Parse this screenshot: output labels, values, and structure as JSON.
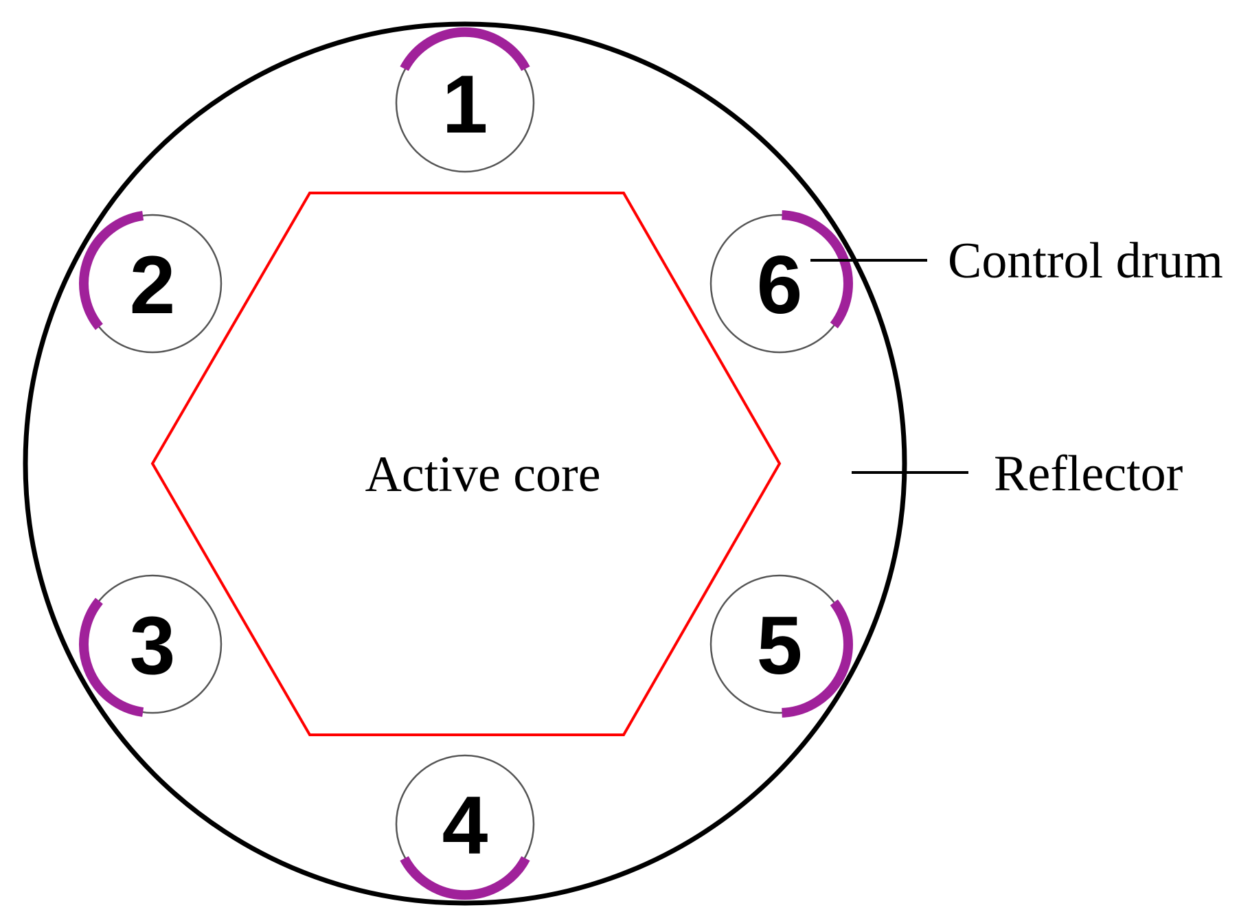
{
  "labels": {
    "core": "Active core",
    "control_drum": "Control drum",
    "reflector": "Reflector"
  },
  "drums": [
    {
      "id": "1"
    },
    {
      "id": "2"
    },
    {
      "id": "3"
    },
    {
      "id": "4"
    },
    {
      "id": "5"
    },
    {
      "id": "6"
    }
  ],
  "colors": {
    "reflector_outline": "#000000",
    "core_outline": "#ff0000",
    "absorber": "#a0219a",
    "drum_outline": "#555555",
    "text": "#000000",
    "background": "#ffffff"
  }
}
